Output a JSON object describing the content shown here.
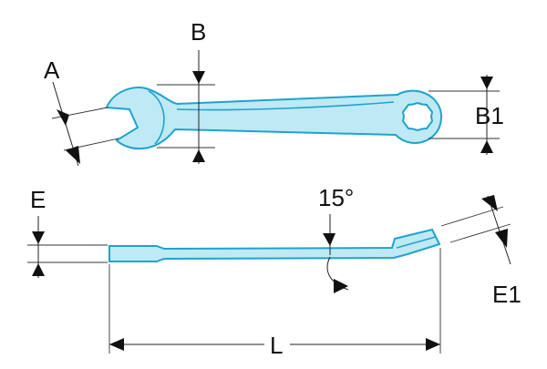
{
  "labels": {
    "a": "A",
    "b": "B",
    "b1": "B1",
    "e": "E",
    "e1": "E1",
    "angle": "15°",
    "l": "L"
  },
  "colors": {
    "wrench_fill": "#bfe9f5",
    "wrench_outline": "#1ea4cc",
    "dimension_lines": "#222222"
  }
}
